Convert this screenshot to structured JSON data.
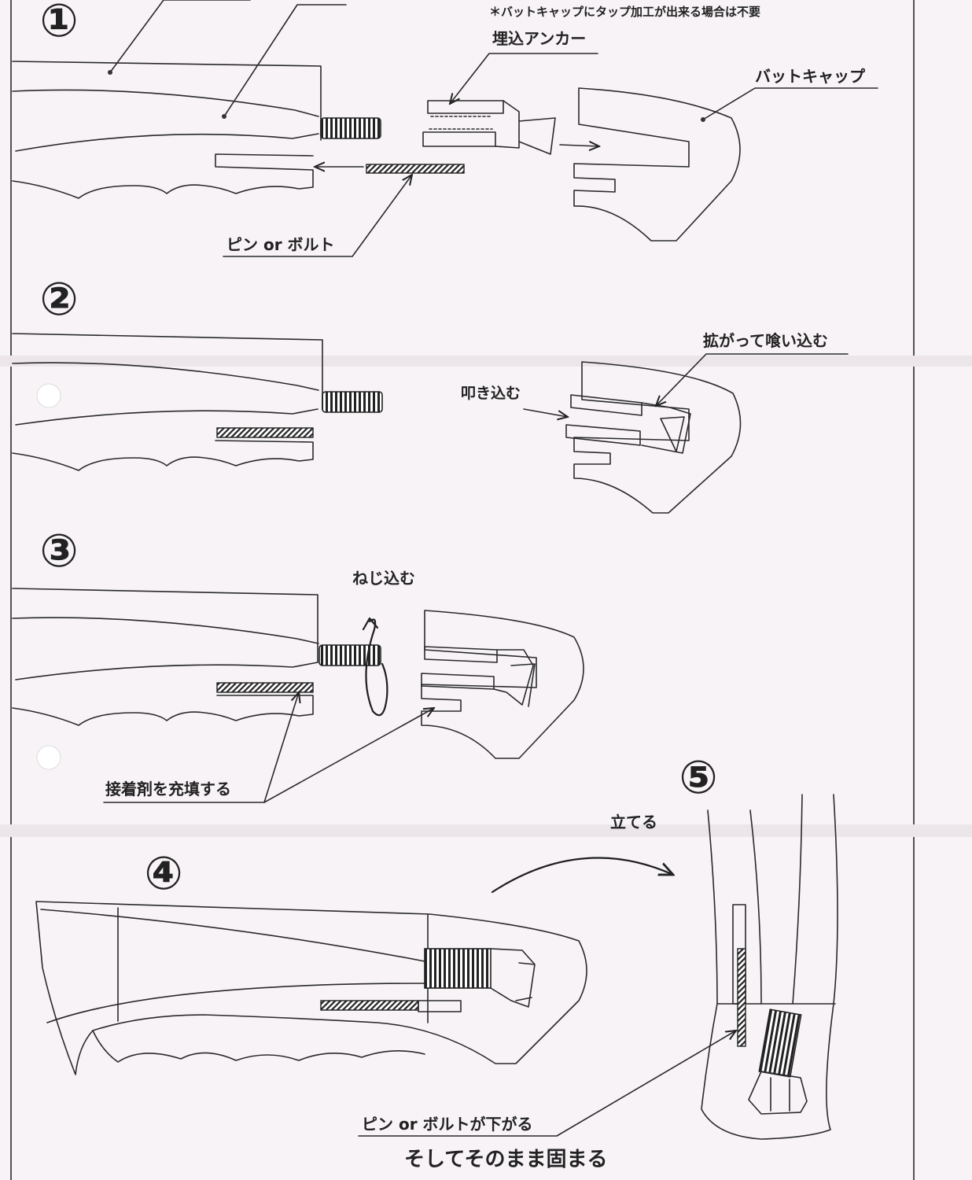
{
  "note": "＊バットキャップにタップ加工が出来る場合は不要",
  "steps": {
    "s1": "①",
    "s2": "②",
    "s3": "③",
    "s4": "④",
    "s5": "⑤"
  },
  "labels": {
    "anchor": "埋込アンカー",
    "butt_cap": "バットキャップ",
    "pin_or_bolt": "ピン or ボルト",
    "spreads_bites": "拡がって喰い込む",
    "tap_in": "叩き込む",
    "screw_in": "ねじ込む",
    "fill_adhesive": "接着剤を充填する",
    "stand_up": "立てる",
    "pin_drops": "ピン or ボルトが下がる",
    "then_set": "そしてそのまま固まる"
  }
}
